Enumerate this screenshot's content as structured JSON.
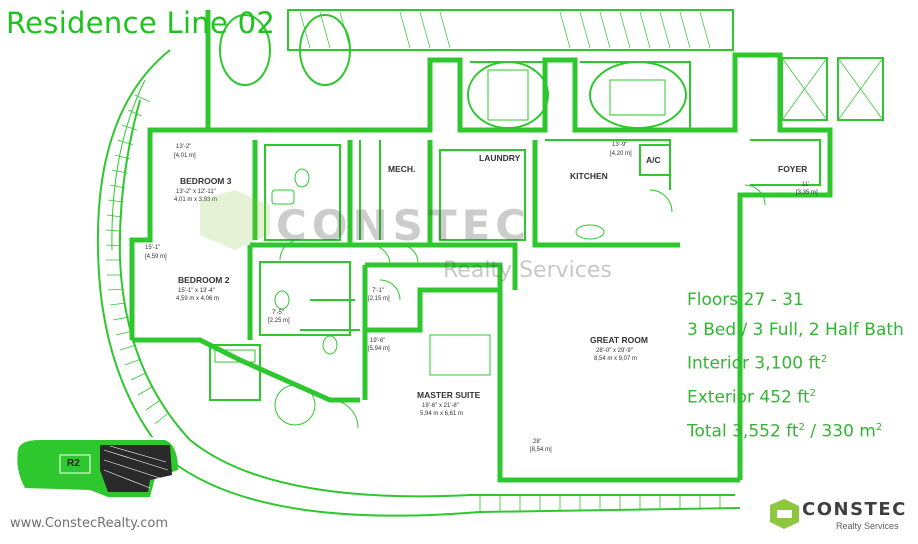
{
  "title": "Residence Line 02",
  "specs": {
    "floors": "Floors 27 - 31",
    "beds": "3 Bed / 3 Full, 2 Half Bath",
    "interior": "Interior 3,100 ft",
    "exterior": "Exterior 452 ft",
    "total": "Total 3,552 ft",
    "total_metric": " / 330 m",
    "squared": "2"
  },
  "website": "www.ConstecRealty.com",
  "logo": {
    "name": "CONSTEC",
    "tagline": "Realty Services"
  },
  "watermark": {
    "name": "CONSTEC",
    "tagline": "Realty Services"
  },
  "key_plan_label": "R2",
  "rooms": {
    "bedroom3": {
      "name": "BEDROOM 3",
      "imperial": "13'-2\" x 12'-11\"",
      "metric": "4,01 m x 3,93 m"
    },
    "bedroom2": {
      "name": "BEDROOM 2",
      "imperial": "15'-1\" x 13'-4\"",
      "metric": "4,59 m x 4,06 m"
    },
    "master": {
      "name": "MASTER SUITE",
      "imperial": "19'-6\" x 21'-8\"",
      "metric": "5,94 m x 6,61 m"
    },
    "great": {
      "name": "GREAT ROOM",
      "imperial": "28'-0\" x 29'-9\"",
      "metric": "8,54 m x 9,07 m"
    },
    "kitchen": {
      "name": "KITCHEN"
    },
    "laundry": {
      "name": "LAUNDRY"
    },
    "mech": {
      "name": "MECH."
    },
    "foyer": {
      "name": "FOYER"
    },
    "ac": {
      "name": "A/C"
    }
  },
  "dimensions": {
    "d1": "13'-2\"",
    "d1m": "[4,01 m]",
    "d2": "15'-1\"",
    "d2m": "[4,59 m]",
    "d3": "13'-9\"",
    "d3m": "[4,20 m]",
    "d4": "11'",
    "d4m": "[3,35 m]",
    "d5": "28'",
    "d5m": "[8,54 m]",
    "d6": "19'-6\"",
    "d6m": "[5,94 m]",
    "d7": "7'-1\"",
    "d7m": "[2,15 m]",
    "d8": "7'-5\"",
    "d8m": "[2,25 m]"
  },
  "colors": {
    "wall": "#2ec82e",
    "accent": "#1fc31f",
    "logo_green": "#8dc63f"
  }
}
